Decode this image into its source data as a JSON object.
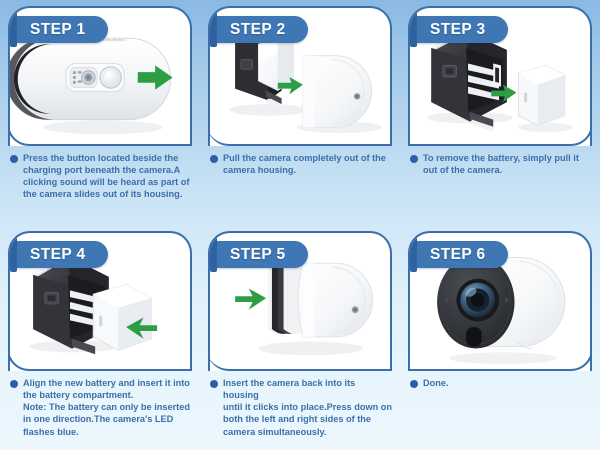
{
  "theme": {
    "background_top": "#8ab9e3",
    "background_bottom": "#ecf7fd",
    "badge_blue": "#3f77b5",
    "badge_tab_blue": "#2f62a0",
    "card_border": "#3a6fab",
    "caption_text": "#3d6fa8",
    "bullet": "#2b5ea8",
    "arrow_green": "#2e9e46",
    "camera_black": "#2b2b2f",
    "camera_white": "#f4f6f8"
  },
  "steps": [
    {
      "badge": "STEP 1",
      "caption": "Press the button located beside the\ncharging port beneath the camera.A\nclicking sound will be heard as part of\nthe camera slides out of its housing.",
      "illustration": "camera-underside-with-button-arrow"
    },
    {
      "badge": "STEP 2",
      "caption": "Pull the camera completely out of the\ncamera housing.",
      "illustration": "camera-pulled-from-housing"
    },
    {
      "badge": "STEP 3",
      "caption": "To remove the battery, simply pull it\nout of the camera.",
      "illustration": "battery-removed-from-camera"
    },
    {
      "badge": "STEP 4",
      "caption": "Align the new battery and insert it into\nthe battery compartment.\nNote: The battery can only be inserted\nin one direction.The camera's LED\nflashes blue.",
      "illustration": "battery-inserted-into-camera"
    },
    {
      "badge": "STEP 5",
      "caption": "Insert the camera back into its housing\nuntil it clicks into place.Press down on\nboth the left and right sides of the\ncamera simultaneously.",
      "illustration": "camera-reinserted-into-housing"
    },
    {
      "badge": "STEP 6",
      "caption": "Done.",
      "illustration": "assembled-camera-final"
    }
  ]
}
